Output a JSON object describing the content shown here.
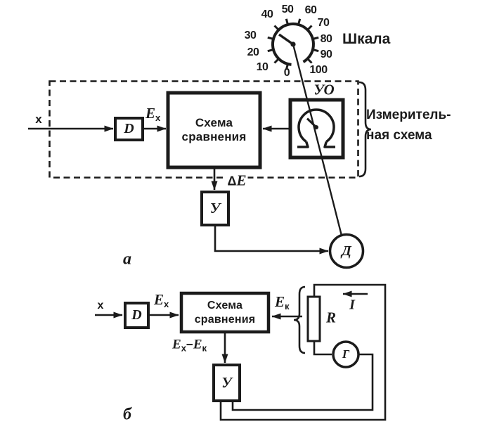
{
  "dial": {
    "label": "Шкала",
    "numbers": [
      "0",
      "10",
      "20",
      "30",
      "40",
      "50",
      "60",
      "70",
      "80",
      "90",
      "100"
    ]
  },
  "a": {
    "caption": "а",
    "input": "x",
    "detector": "D",
    "ex_base": "E",
    "ex_sub": "x",
    "comp_line1": "Схема",
    "comp_line2": "сравнения",
    "uo": "УО",
    "delta": "Δ",
    "delta_e_base": "E",
    "amp": "У",
    "motor": "Д",
    "brace_line1": "Измеритель-",
    "brace_line2": "ная схема"
  },
  "b": {
    "caption": "б",
    "input": "x",
    "detector": "D",
    "ex_base": "E",
    "ex_sub": "x",
    "ek_base": "E",
    "ek_sub": "к",
    "comp_line1": "Схема",
    "comp_line2": "сравнения",
    "diff_base1": "E",
    "diff_sub1": "x",
    "diff_minus": "−",
    "diff_base2": "E",
    "diff_sub2": "к",
    "amp": "У",
    "resistor": "R",
    "current": "I",
    "galvanometer": "Г"
  },
  "colors": {
    "ink": "#1b1b1b",
    "background": "#ffffff"
  }
}
